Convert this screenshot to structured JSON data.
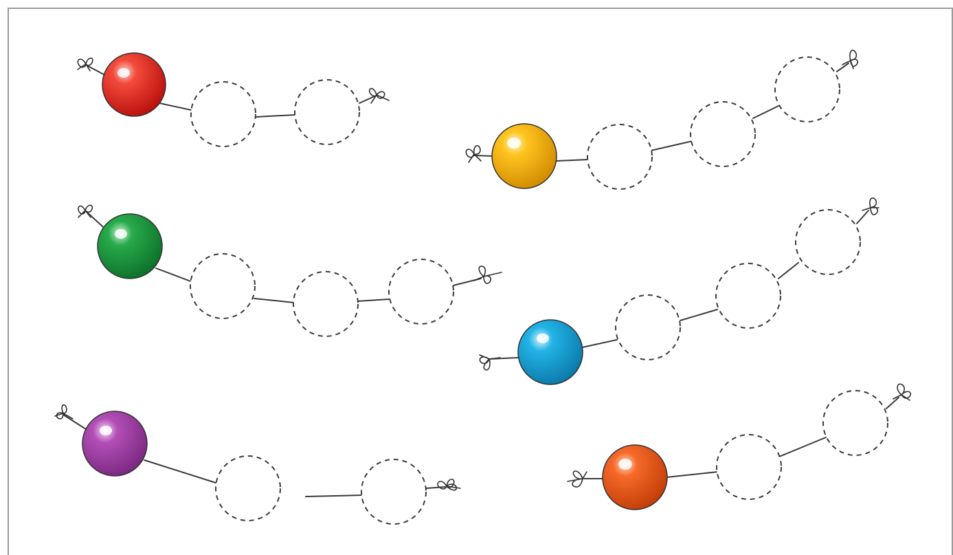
{
  "colors": {
    "red": "#e8231f",
    "yellow": "#f7b500",
    "green": "#1a9a3c",
    "blue": "#1aa3d6",
    "purple": "#a13fa6",
    "orange": "#ee5a17",
    "frame": "#9a9a9a",
    "line": "#3a3a3a"
  },
  "strings": [
    {
      "name": "red-bead-string",
      "bead_color": "red",
      "empty_slots": 2
    },
    {
      "name": "yellow-bead-string",
      "bead_color": "yellow",
      "empty_slots": 3
    },
    {
      "name": "green-bead-string",
      "bead_color": "green",
      "empty_slots": 3
    },
    {
      "name": "blue-bead-string",
      "bead_color": "blue",
      "empty_slots": 3
    },
    {
      "name": "purple-bead-string",
      "bead_color": "purple",
      "empty_slots": 2
    },
    {
      "name": "orange-bead-string",
      "bead_color": "orange",
      "empty_slots": 2
    }
  ]
}
